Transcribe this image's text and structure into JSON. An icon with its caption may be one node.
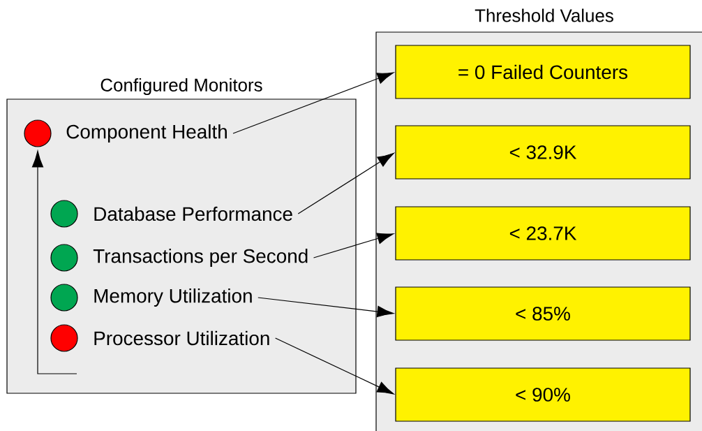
{
  "diagram": {
    "nodes": [
      {
        "text": [
          "Configured Monitors"
        ]
      },
      {
        "text": [],
        "shape": "circle",
        "in": 0
      },
      {
        "text": [
          "Component Health"
        ],
        "in": 0
      },
      {
        "text": [],
        "shape": "circle",
        "in": 0
      },
      {
        "text": [
          "Database Performance"
        ],
        "in": 0
      },
      {
        "text": [],
        "shape": "circle",
        "in": 0
      },
      {
        "text": [
          "Transactions per Second"
        ],
        "in": 0
      },
      {
        "text": [],
        "shape": "circle",
        "in": 0
      },
      {
        "text": [
          "Memory Utilization"
        ],
        "in": 0
      },
      {
        "text": [],
        "shape": "circle",
        "in": 0
      },
      {
        "text": [
          "Processor Utilization"
        ],
        "in": 0
      },
      {
        "text": [
          "Threshold Values"
        ]
      },
      {
        "text": [
          "= 0 Failed Counters"
        ],
        "in": 11
      },
      {
        "text": [
          "< 32.9K"
        ],
        "in": 11
      },
      {
        "text": [
          "< 23.7K"
        ],
        "in": 11
      },
      {
        "text": [
          "< 85%"
        ],
        "in": 11
      },
      {
        "text": [
          "< 90%"
        ],
        "in": 11
      }
    ],
    "edges": [
      {
        "from": null,
        "to": 1,
        "arrow": "to"
      },
      {
        "from": 2,
        "to": 12,
        "arrow": "to"
      },
      {
        "from": 4,
        "to": 13,
        "arrow": "to"
      },
      {
        "from": 6,
        "to": 14,
        "arrow": "to"
      },
      {
        "from": 8,
        "to": 15,
        "arrow": "to"
      },
      {
        "from": 10,
        "to": 16,
        "arrow": "to"
      }
    ]
  }
}
